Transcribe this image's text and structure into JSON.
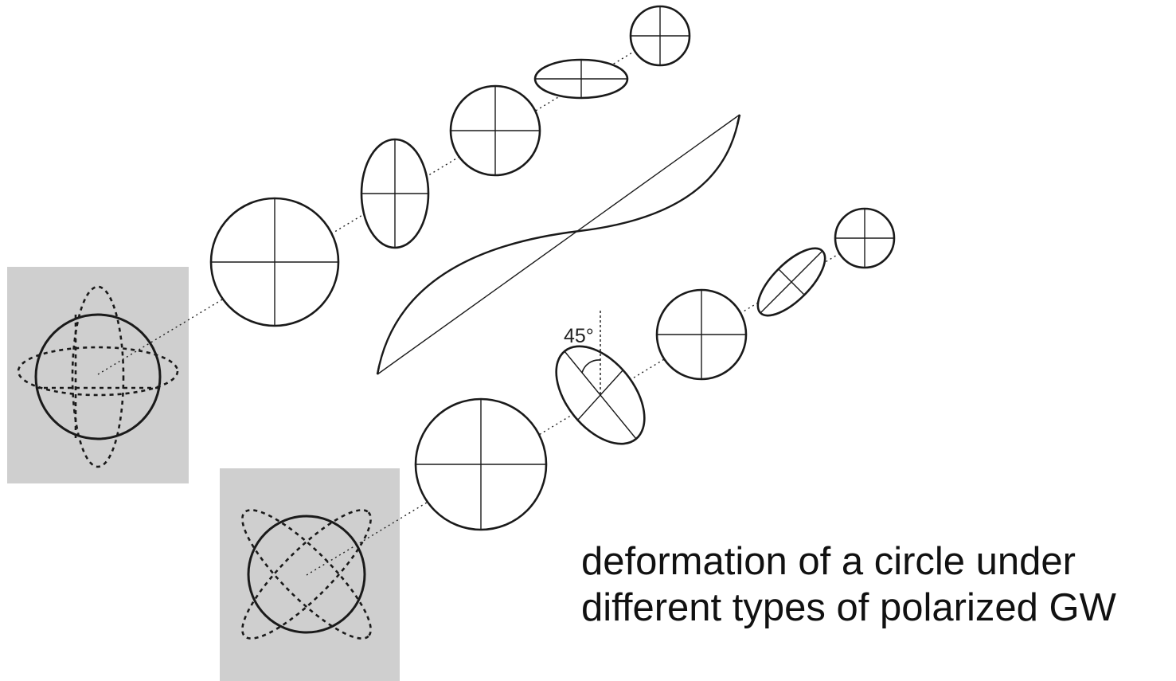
{
  "caption": {
    "line1": "deformation of a circle under",
    "line2": "different types of polarized GW"
  },
  "angle_label": "45°",
  "colors": {
    "inset_background": "#cfcfcf",
    "stroke": "#1a1a1a"
  }
}
